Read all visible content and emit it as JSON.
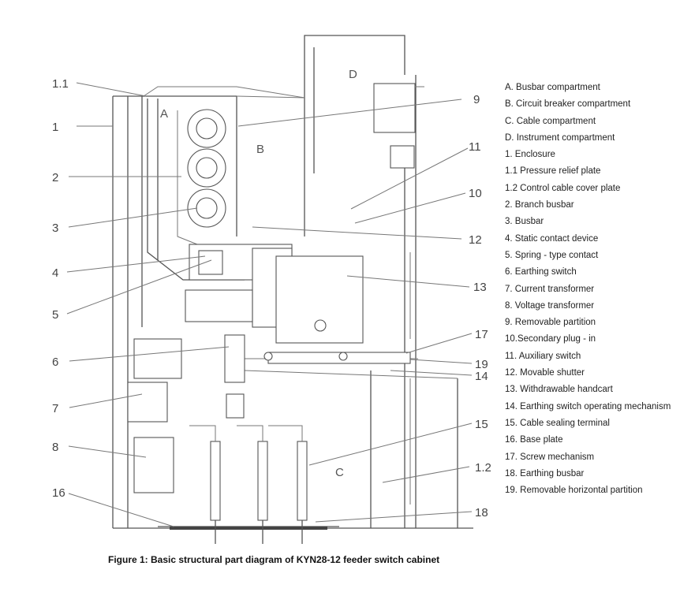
{
  "zones": {
    "A": "A",
    "B": "B",
    "C": "C",
    "D": "D"
  },
  "callouts": {
    "c1_1": "1.1",
    "c1": "1",
    "c2": "2",
    "c3": "3",
    "c4": "4",
    "c5": "5",
    "c6": "6",
    "c7": "7",
    "c8": "8",
    "c16": "16",
    "c9": "9",
    "c11": "11",
    "c10": "10",
    "c12": "12",
    "c13": "13",
    "c17": "17",
    "c19": "19",
    "c14": "14",
    "c15": "15",
    "c1_2": "1.2",
    "c18": "18"
  },
  "legend": [
    "A. Busbar compartment",
    "B. Circuit breaker compartment",
    "C. Cable compartment",
    "D. Instrument compartment",
    "1. Enclosure",
    "1.1 Pressure relief plate",
    "1.2 Control cable cover plate",
    "2. Branch busbar",
    "3. Busbar",
    "4. Static contact device",
    "5. Spring - type contact",
    "6. Earthing switch",
    "7. Current transformer",
    "8. Voltage transformer",
    "9. Removable partition",
    "10.Secondary plug - in",
    "11. Auxiliary switch",
    "12. Movable shutter",
    "13. Withdrawable handcart",
    "14. Earthing switch operating mechanism",
    "15. Cable sealing terminal",
    "16. Base plate",
    "17. Screw mechanism",
    "18. Earthing busbar",
    "19. Removable horizontal partition"
  ],
  "caption": "Figure 1: Basic structural part diagram of KYN28-12 feeder switch cabinet"
}
